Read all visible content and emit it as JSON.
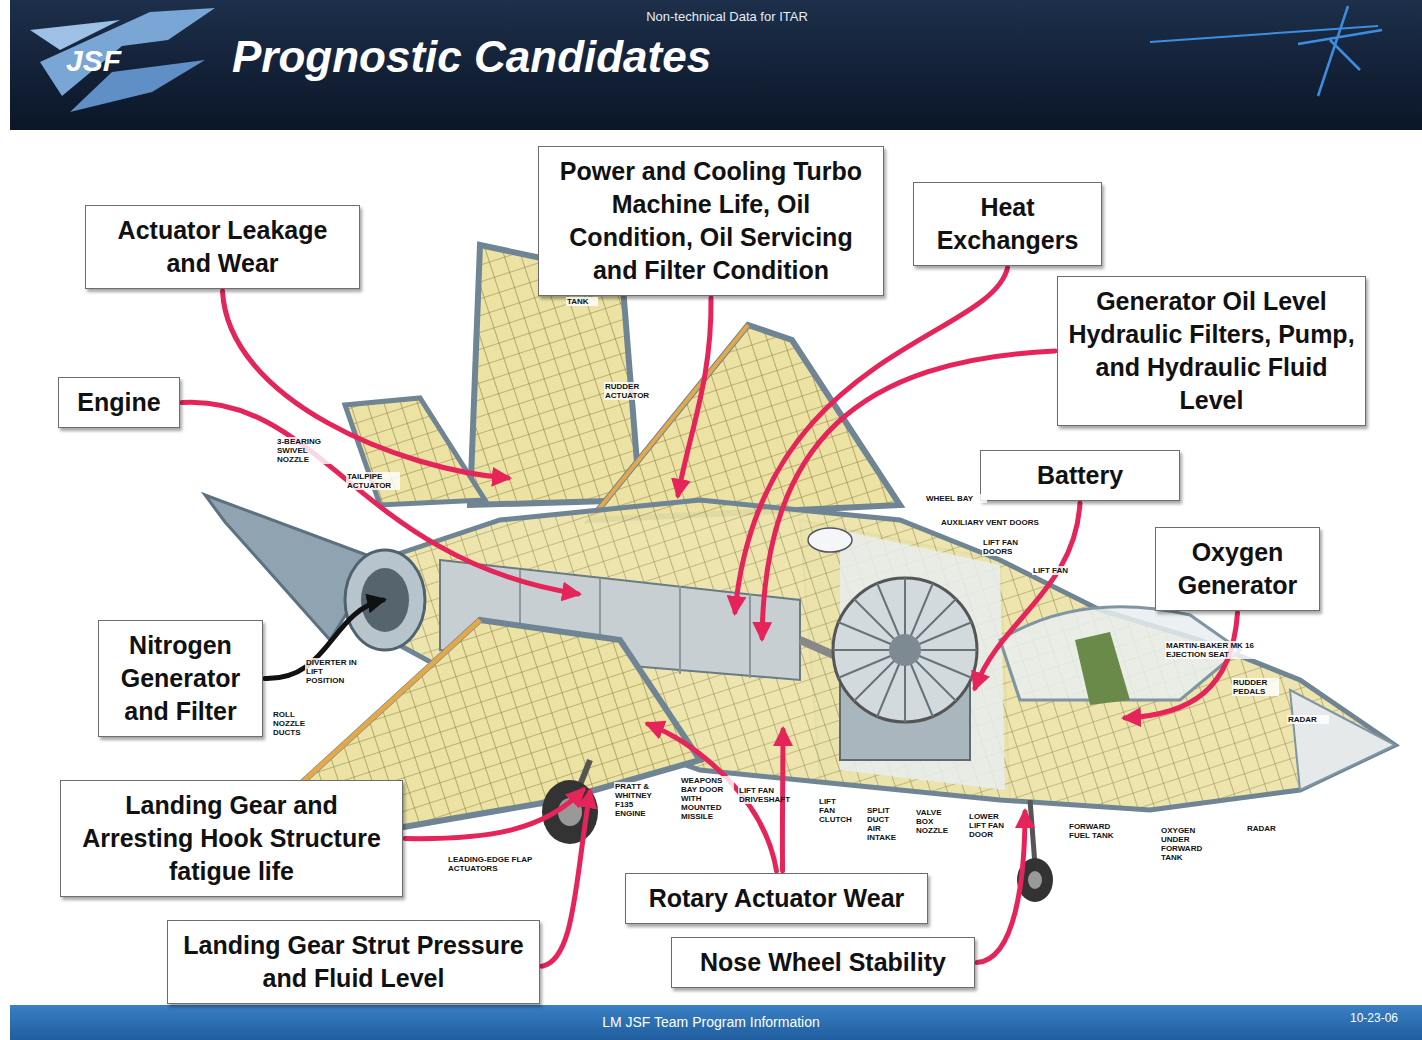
{
  "diagram": {
    "title": "Prognostic Candidates",
    "nodes": [
      {
        "text": [
          "Power and Cooling Turbo Machine Life, Oil Condition, Oil Servicing and Filter Condition"
        ]
      },
      {
        "text": [
          "Actuator Leakage and Wear"
        ]
      },
      {
        "text": [
          "Heat Exchangers"
        ]
      },
      {
        "text": [
          "Generator Oil Level Hydraulic Filters, Pump, and Hydraulic Fluid Level"
        ]
      },
      {
        "text": [
          "Engine"
        ]
      },
      {
        "text": [
          "Battery"
        ]
      },
      {
        "text": [
          "Oxygen Generator"
        ]
      },
      {
        "text": [
          "Nitrogen Generator and Filter"
        ]
      },
      {
        "text": [
          "Landing Gear and Arresting Hook Structure fatigue life"
        ]
      },
      {
        "text": [
          "Rotary Actuator Wear"
        ]
      },
      {
        "text": [
          "Landing Gear Strut Pressure and Fluid Level"
        ]
      },
      {
        "text": [
          "Nose Wheel Stability"
        ]
      }
    ],
    "labels": [
      "Non-technical Data for ITAR",
      "JSF",
      "TANK",
      "RUDDER ACTUATOR",
      "3-BEARING SWIVEL NOZZLE",
      "TAILPIPE ACTUATOR",
      "WHEEL BAY",
      "AUXILIARY VENT DOORS",
      "LIFT FAN DOORS",
      "LIFT FAN",
      "MARTIN-BAKER MK 16 EJECTION SEAT",
      "RUDDER PEDALS",
      "RADAR",
      "DIVERTER IN LIFT POSITION",
      "ROLL NOZZLE DUCTS",
      "LEADING-EDGE FLAP ACTUATORS",
      "PRATT & WHITNEY F135 ENGINE",
      "WEAPONS BAY DOOR WITH MOUNTED MISSILE",
      "LIFT FAN DRIVESHAFT",
      "LIFT FAN CLUTCH",
      "SPLIT DUCT AIR INTAKE",
      "VALVE BOX NOZZLE",
      "LOWER LIFT FAN DOOR",
      "FORWARD FUEL TANK",
      "OXYGEN UNDER FORWARD TANK",
      "RADAR",
      "LM JSF Team Program Information",
      "10-23-06"
    ]
  }
}
